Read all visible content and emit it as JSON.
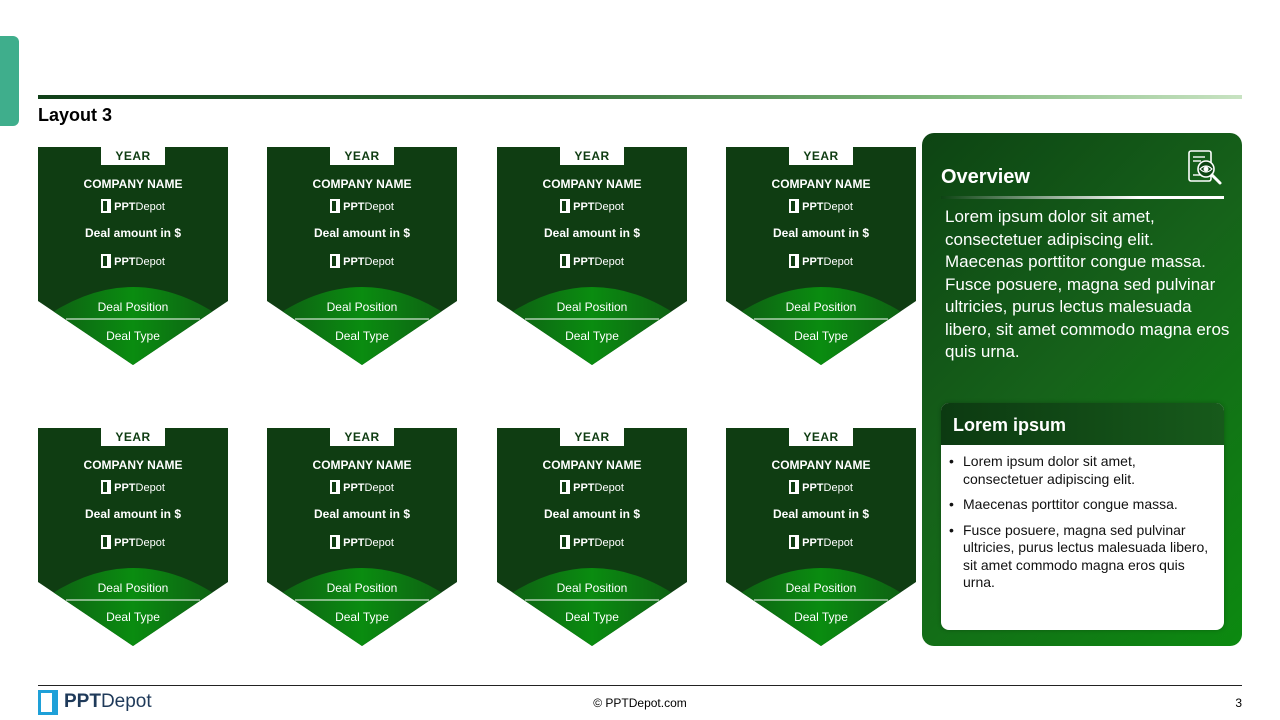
{
  "slide": {
    "title": "Layout 3",
    "page_number": "3",
    "copyright": "© PPTDepot.com"
  },
  "brand": {
    "bold": "PPT",
    "light": "Depot"
  },
  "card_template": {
    "year": "YEAR",
    "company": "COMPANY NAME",
    "amount": "Deal amount in $",
    "position": "Deal Position",
    "type": "Deal Type",
    "logo_bold": "PPT",
    "logo_light": "Depot"
  },
  "overview": {
    "title": "Overview",
    "text": "Lorem ipsum dolor sit amet, consectetuer adipiscing elit. Maecenas porttitor congue massa. Fusce posuere, magna sed pulvinar ultricies, purus lectus malesuada libero, sit amet commodo magna eros quis urna.",
    "icon": "document-search-icon"
  },
  "lorem_box": {
    "title": "Lorem ipsum",
    "bullets": [
      "Lorem ipsum dolor sit amet, consectetuer adipiscing elit.",
      "Maecenas porttitor congue massa.",
      "Fusce posuere, magna sed pulvinar ultricies, purus lectus malesuada libero, sit amet commodo magna eros quis urna."
    ]
  },
  "colors": {
    "card_dark": "#0f3d12",
    "card_light": "#0a8c10",
    "accent_tab": "#3fae8c",
    "brand_blue": "#1ea0d8"
  }
}
